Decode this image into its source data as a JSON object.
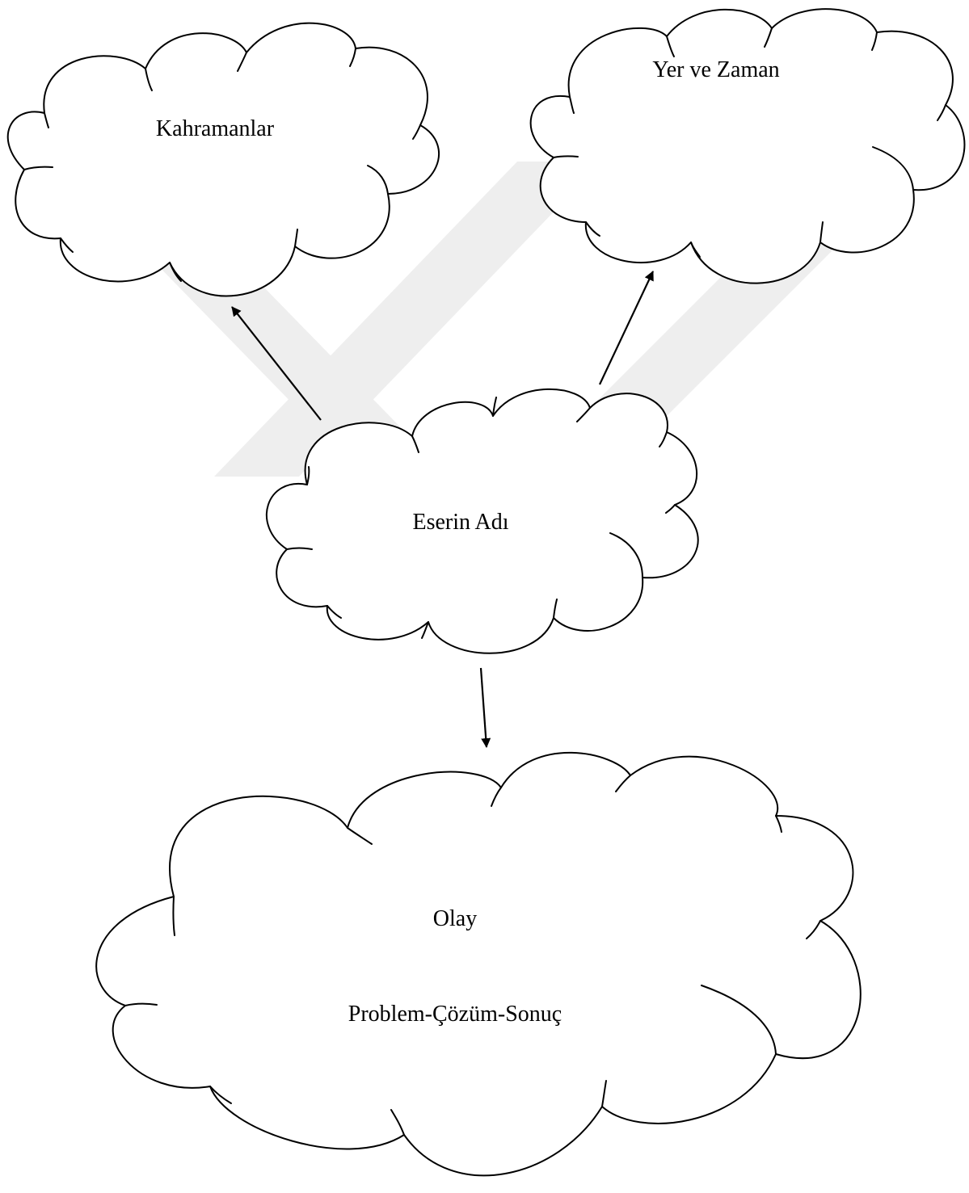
{
  "diagram": {
    "nodes": {
      "characters": {
        "label": "Kahramanlar"
      },
      "setting": {
        "label": "Yer ve Zaman"
      },
      "title": {
        "label": "Eserin Adı"
      },
      "plot": {
        "label": "Olay",
        "sublabel": "Problem-Çözüm-Sonuç"
      }
    },
    "edges": [
      {
        "from": "title",
        "to": "characters"
      },
      {
        "from": "title",
        "to": "setting"
      },
      {
        "from": "title",
        "to": "plot"
      }
    ]
  },
  "colors": {
    "stroke": "#000000",
    "fill": "#ffffff",
    "watermark": "#eeeeee"
  }
}
